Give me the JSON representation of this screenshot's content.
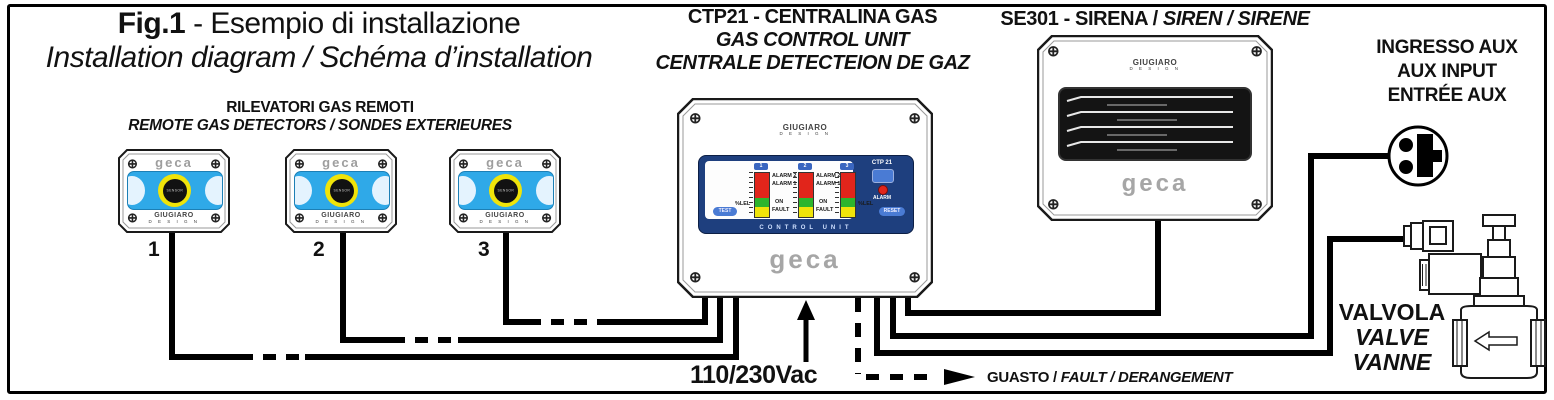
{
  "figure": {
    "title_bold": "Fig.1",
    "title_rest": " - Esempio di installazione",
    "subtitle": "Installation diagram / Schéma d’installation"
  },
  "brand": {
    "logo": "geca",
    "designer": "GIUGIARO",
    "designer_sub": "D E S I G N"
  },
  "icons": {
    "screw": "⊕",
    "aux_connector": "aux-plug-icon",
    "power_arrow": "up-arrow",
    "fault_arrow": "dashed-right-arrow"
  },
  "colors": {
    "detector_blue": "#2fa9e8",
    "sensor_yellow": "#f0e40a",
    "panel_navy": "#1e3f7e",
    "button_blue": "#4a7bd4",
    "led_red": "#e1251b",
    "bar_green": "#2db52d",
    "wire_black": "#000000"
  },
  "detectors": {
    "title": "RILEVATORI GAS REMOTI",
    "subtitle": "REMOTE GAS DETECTORS / SONDES EXTERIEURES",
    "sensor_label": "SENSOR",
    "items": [
      {
        "number": "1"
      },
      {
        "number": "2"
      },
      {
        "number": "3"
      }
    ]
  },
  "control_unit": {
    "title_line1": "CTP21 - CENTRALINA GAS",
    "title_line2": "GAS CONTROL UNIT",
    "title_line3": "CENTRALE DETECTEION DE GAZ",
    "model": "CTP 21",
    "panel": {
      "channels": [
        "1",
        "2",
        "3"
      ],
      "alarm2": "ALARM 2",
      "alarm1": "ALARM 1",
      "on": "ON",
      "fault": "FAULT",
      "lel": "%LEL",
      "test": "TEST",
      "reset": "RESET",
      "alarm_led": "ALARM",
      "footer": "CONTROL UNIT"
    }
  },
  "siren": {
    "title_normal": "SE301 - SIRENA / ",
    "title_italic1": "SIREN",
    "title_sep": " / ",
    "title_italic2": "SIRENE"
  },
  "aux": {
    "line1": "INGRESSO AUX",
    "line2": "AUX INPUT",
    "line3": "ENTRÉE AUX"
  },
  "valve": {
    "line1": "VALVOLA",
    "line2": "VALVE",
    "line3": "VANNE"
  },
  "power": {
    "label": "110/230Vac"
  },
  "fault_out": {
    "label_normal": "GUASTO / ",
    "label_italic1": "FAULT",
    "label_sep": " / ",
    "label_italic2": "DERANGEMENT"
  }
}
